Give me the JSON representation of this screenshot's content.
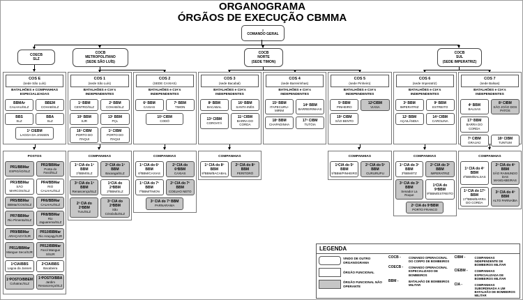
{
  "title": {
    "line1": "ORGANOGRAMA",
    "line2": "ÓRGÃOS DE EXECUÇÃO CBMMA"
  },
  "root": {
    "number": "2",
    "label": "COMANDO GERAL"
  },
  "colors": {
    "inactive_gray": "#c6c6c6",
    "line_black": "#000000",
    "background": "#ffffff"
  },
  "commands": [
    {
      "lines": [
        "COECB",
        "SLZ"
      ]
    },
    {
      "lines": [
        "COCB",
        "METROPOLITANO",
        "(SEDE SÃO LUÍS)"
      ]
    },
    {
      "lines": [
        "COCB",
        "NORTE",
        "(SEDE TIMON)"
      ]
    },
    {
      "lines": [
        "COCB",
        "SUL",
        "(SEDE IMPERATRIZ)"
      ]
    }
  ],
  "columns": [
    {
      "id": "COS E",
      "sede": "(sede São Luís)",
      "top_label": "BATALHÕES e COMPANHIAS ESPECIALIZADAS",
      "top_units": [
        {
          "name": "BBMAr",
          "loc": "CALHAU/SLZ"
        },
        {
          "name": "BBEM",
          "loc": "COHAB/SLZ"
        },
        {
          "name": "BBS",
          "loc": "SLZ"
        },
        {
          "name": "BBA",
          "loc": "SLZ"
        },
        {
          "name": "1ª CIEBM",
          "loc": "LAGOA DA JANSEN",
          "center": true
        }
      ],
      "bottom_label": "POSTOS",
      "bottom_units": [
        {
          "name": "PR1/BBMar",
          "loc": "ESPIGÃO/SLZ",
          "gray": true
        },
        {
          "name": "PR2/BBMar",
          "loc": "Ponta do Farol/SLZ",
          "gray": true
        },
        {
          "name": "PR3/BBMar",
          "loc": "SÃO MARCOS/SLZ"
        },
        {
          "name": "PR4/BBMar",
          "loc": "RIO CALHAU/SLZ"
        },
        {
          "name": "PR5/BBMar",
          "loc": "BBMar/COS/SLZ",
          "gray": true
        },
        {
          "name": "PR6/BBMar",
          "loc": "CALHAU/SLZ",
          "gray": true
        },
        {
          "name": "PR7/BBMar",
          "loc": "Rio Pimenta/SLZ",
          "gray": true
        },
        {
          "name": "PR8/BBMar",
          "loc": "Rio Jaguarema/SLZ",
          "gray": true
        },
        {
          "name": "PR9/BBMar",
          "loc": "ARAÇAGY/SJR",
          "gray": true
        },
        {
          "name": "PR10/BBMar",
          "loc": "Rio Araçagy/SJR",
          "gray": true
        },
        {
          "name": "PR11/BBMar",
          "loc": "Mangue Seco/SJR",
          "gray": true
        },
        {
          "name": "PR12/BBMar",
          "loc": "Farol Mangue S/SJR",
          "gray": true
        },
        {
          "name": "1ªCIA/BBS",
          "loc": "Lagoa da Jansen"
        },
        {
          "name": "2ªCIA/BBS",
          "loc": "Bacabeira"
        },
        {
          "name": "1ºPOSTO/BBEM",
          "loc": "Cohatrac/SLZ",
          "gray": true
        },
        {
          "name": "1ºPOSTO/BBA",
          "loc": "Jardim Renascença/SLZ",
          "gray": true
        }
      ]
    },
    {
      "id": "COS 1",
      "sede": "(sede São Luís)",
      "top_label": "BATALHÕES e CIA's INDEPENDENTES",
      "top_units": [
        {
          "name": "1º BBM",
          "loc": "CENTRO/SLZ"
        },
        {
          "name": "2º BBM",
          "loc": "COHAB/SLZ"
        },
        {
          "name": "10º BBM",
          "loc": "SJR"
        },
        {
          "name": "13º BBM",
          "loc": "PÇL"
        },
        {
          "name": "16ª CIBM",
          "loc": "PORTO DO ITAQUI"
        },
        {
          "name": "1ª CIBM",
          "loc": "PORTO DO ITAQUI"
        }
      ],
      "bottom_label": "COMPANHIAS",
      "bottom_units": [
        {
          "name": "1ª CIA do 1º BBM",
          "loc": "1ºBBM/SLZ"
        },
        {
          "name": "2ª CIA do 1º BBM",
          "loc": "Bacanga/SLZ",
          "gray": true
        },
        {
          "name": "3ª CIA do 1º BBM",
          "loc": "Renascença/SLZ",
          "gray": true
        },
        {
          "name": "1ªCIA do 2ºBBM",
          "loc": "2ºBBM/SLZ"
        },
        {
          "name": "2ª CIA do 2ºBBM",
          "loc": "Turu/SLZ",
          "gray": true
        },
        {
          "name": "3ª CIA do 2ºBBM",
          "loc": "São Cristóvão/SLZ",
          "gray": true
        }
      ]
    },
    {
      "id": "COS 2",
      "sede": "(SEDE CAXIAS)",
      "top_label": "BATALHÕES e CIA's INDEPENDENTES",
      "top_units": [
        {
          "name": "6º BBM",
          "loc": "CAXIAS"
        },
        {
          "name": "7º BBM",
          "loc": "TIMON"
        },
        {
          "name": "10ª CIBM",
          "loc": "CODÓ",
          "center": true
        }
      ],
      "bottom_label": "COMPANHIAS",
      "bottom_units": [
        {
          "name": "1ª CIA do 6º BBM",
          "loc": "6ºBBM/CAXIAS"
        },
        {
          "name": "2ª CIA do 6ºBBM",
          "loc": "CAXIAS",
          "gray": true
        },
        {
          "name": "1ª CIA do 7º BBM",
          "loc": "7ºBBM/TIMON"
        },
        {
          "name": "2ª CIA do 7º BBM",
          "loc": "COELHO NETO",
          "gray": true
        },
        {
          "name": "3ª CIA do 7º BBM",
          "loc": "PARNARAMA",
          "gray": true,
          "center": true
        }
      ]
    },
    {
      "id": "COS 3",
      "sede": "(sede Bacabal)",
      "top_label": "BATALHÕES e CIA's INDEPENDENTES",
      "top_units": [
        {
          "name": "8º BBM",
          "loc": "BACABAL"
        },
        {
          "name": "16º BBM",
          "loc": "SANTA INÊS"
        },
        {
          "name": "13ª CIBM",
          "loc": "COROATÁ"
        },
        {
          "name": "11ª CIBM",
          "loc": "BARRA DO CORDA"
        }
      ],
      "bottom_label": "COMPANHIAS",
      "bottom_units": [
        {
          "name": "1ª CIA do 8º BBM",
          "loc": "8ºBBM/BACABAL"
        },
        {
          "name": "2ª CIA do 8º BBM",
          "loc": "PERITORÓ",
          "gray": true
        }
      ]
    },
    {
      "id": "COS 4",
      "sede": "(sede Barreirinhas)",
      "top_label": "BATALHÕES e CIA's INDEPENDENTES",
      "top_units": [
        {
          "name": "15º BBM",
          "loc": "ITAPECURU-MIRIM"
        },
        {
          "name": "14º BBM",
          "loc": "BARREIRINHAS"
        },
        {
          "name": "18º BBM",
          "loc": "CHAPADINHA"
        },
        {
          "name": "17ª CIBM",
          "loc": "TUTÓIA"
        }
      ]
    },
    {
      "id": "COS 5",
      "sede": "(sede Pinheiro)",
      "top_label": "BATALHÕES e CIA's INDEPENDENTES",
      "top_units": [
        {
          "name": "5º BBM",
          "loc": "PINHEIRO"
        },
        {
          "name": "12ªCIBM",
          "loc": "VIANA",
          "gray": true
        },
        {
          "name": "19ª CIBM",
          "loc": "SÃO BENTO"
        },
        {
          "empty": true
        }
      ],
      "bottom_label": "COMPANHIAS",
      "bottom_units": [
        {
          "name": "1ªCIA do 5º BBM",
          "loc": "5ºBBM/PINHEIRO"
        },
        {
          "name": "2ª CIA do 5º BBM",
          "loc": "CURURUPU",
          "gray": true
        }
      ]
    },
    {
      "id": "COS 6",
      "sede": "(sede Imperatriz)",
      "top_label": "BATALHÕES e CIA's INDEPENDENTES",
      "top_units": [
        {
          "name": "3º BBM",
          "loc": "IMPERATRIZ"
        },
        {
          "name": "9º BBM",
          "loc": "ESTREITO"
        },
        {
          "name": "12º BBM",
          "loc": "AÇAILÂNDIA"
        },
        {
          "name": "14ª CIBM",
          "loc": "CAROLINA"
        }
      ],
      "bottom_label": "COMPANHIAS",
      "bottom_units": [
        {
          "name": "1ª CIA do 3º BBM",
          "loc": "3ºBBM/ITZ"
        },
        {
          "name": "2ª CIA do 3º BBM",
          "loc": "IMPERATRIZ",
          "gray": true
        },
        {
          "name": "3ª CIA do 3º BBM",
          "loc": "Senador La Roque",
          "gray": true
        },
        {
          "name": "1ªCIA do 9ºBBM",
          "loc": "9ºBBM/ESTREITO"
        },
        {
          "name": "2ª CIA do 9ºBBM",
          "loc": "PORTO FRANCO",
          "gray": true,
          "center": true
        }
      ]
    },
    {
      "id": "COS 7",
      "sede": "(sede Balsas)",
      "top_label": "BATALHÕES e CIA's INDEPENDENTES",
      "top_units": [
        {
          "name": "4º BBM",
          "loc": "BALSAS"
        },
        {
          "name": "8ª CIBM",
          "loc": "SÃO JOÃO DOS PATOS",
          "gray": true
        },
        {
          "name": "17º BBM",
          "loc": "BARRA DO CORDA"
        },
        {
          "empty": true
        },
        {
          "name": "7ª CIBM",
          "loc": "GRAJAÚ"
        },
        {
          "name": "18ª CIBM",
          "loc": "TUNTUM"
        }
      ],
      "bottom_label": "COMPANHIAS",
      "bottom_units": [
        {
          "name": "1ª CIA do 4º BBM",
          "loc": "4ºBBM/BALSAS"
        },
        {
          "name": "2ª CIA do 4º BBM",
          "loc": "SÃO RAIMUNDO DAS MANGABEIRAS",
          "gray": true
        },
        {
          "name": "1ª CIA do 17º BBM",
          "loc": "17ºBBM/BARRA DO CORDA"
        },
        {
          "name": "3ª CIA do 4º BBM",
          "loc": "ALTO PARNAÍBA",
          "gray": true
        }
      ]
    }
  ],
  "legend": {
    "title": "LEGENDA",
    "shapes": [
      {
        "rounded": true,
        "gray": false,
        "label": "VINDO DE OUTRO ORGANOGRAMA"
      },
      {
        "rounded": false,
        "gray": false,
        "label": "ÓRGÃO FUNCIONAL"
      },
      {
        "rounded": false,
        "gray": true,
        "label": "ÓRGÃO FUNCIONAL NÃO OPERANTE"
      }
    ],
    "abbrevs_left": [
      {
        "abbr": "COCB -",
        "text": "COMANDO OPERACIONAL DO CORPO DE BOMBEIROS"
      },
      {
        "abbr": "COECB -",
        "text": "COMANDO OPERACIONAL ESPECIALIZADO DE BOMBEIROS"
      },
      {
        "abbr": "BBM -",
        "text": "BATALHÃO DE BOMBEIROS MILITAR"
      }
    ],
    "abbrevs_right": [
      {
        "abbr": "CIBM -",
        "text": "COMPANHIAS INDEPENDENTE DE BOMBEIROS MILITAR"
      },
      {
        "abbr": "CIEBM -",
        "text": "COMPANHIAS ESPECIALIZADA DE BOMBEIROS MILITAR"
      },
      {
        "abbr": "CIA -",
        "text": "COMPANHIAS SUBORDINADA A UM BATALHÃO DE BOMBEIROS MILITAR"
      }
    ]
  }
}
